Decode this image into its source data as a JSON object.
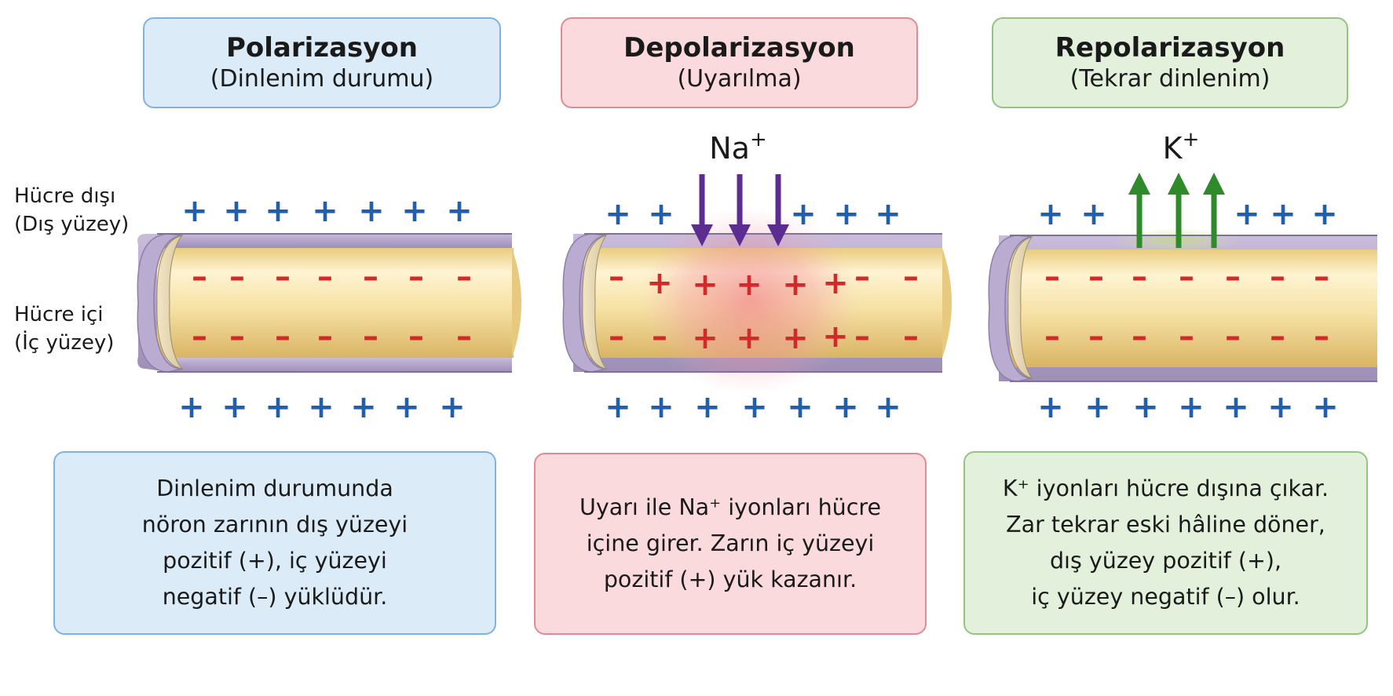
{
  "panels": [
    {
      "title": "Polarizasyon",
      "subtitle": "(Dinlenim durumu)",
      "description": [
        "Dinlenim durumunda",
        "nöron zarının dış yüzeyi",
        "pozitif (+), iç yüzeyi",
        "negatif (–) yüklüdür."
      ]
    },
    {
      "title": "Depolarizasyon",
      "subtitle": "(Uyarılma)",
      "ion_label": "Na",
      "ion_charge": "+",
      "description": [
        "Uyarı ile Na⁺ iyonları hücre",
        "içine girer. Zarın iç yüzeyi",
        "pozitif (+) yük kazanır."
      ]
    },
    {
      "title": "Repolarizasyon",
      "subtitle": "(Tekrar dinlenim)",
      "ion_label": "K",
      "ion_charge": "+",
      "description": [
        "K⁺ iyonları hücre dışına çıkar.",
        "Zar tekrar eski hâline döner,",
        "dış yüzey pozitif (+),",
        "iç yüzey negatif (–) olur."
      ]
    }
  ],
  "labels": {
    "outside_1": "Hücre dışı",
    "outside_2": "(Dış yüzey)",
    "inside_1": "Hücre içi",
    "inside_2": "(İç yüzey)"
  },
  "symbols": {
    "plus": "+",
    "minus": "–"
  },
  "colors": {
    "plus": "#1f5fae",
    "minus": "#d22a2a",
    "na_arrow": "#5b2d90",
    "k_arrow": "#2f8a2a"
  }
}
